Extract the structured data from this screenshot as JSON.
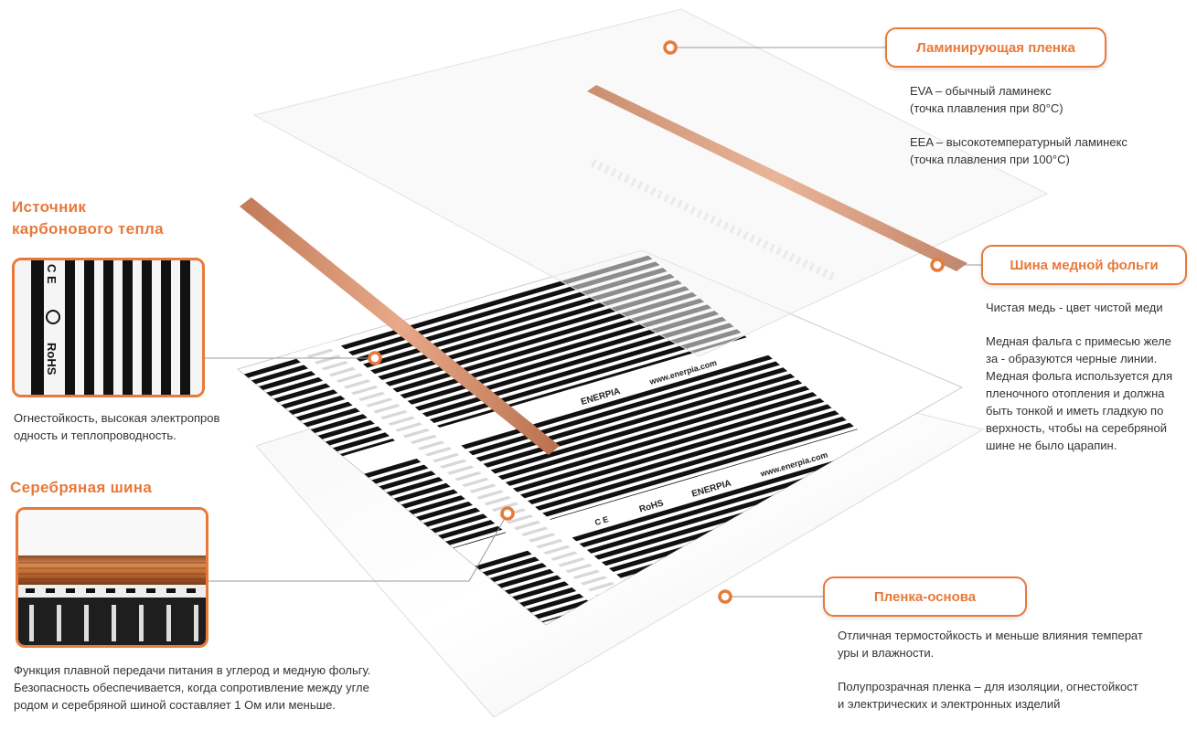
{
  "labels": {
    "lamination": {
      "title": "Ламинирующая пленка",
      "desc": [
        "EVA – обычный ламинекс",
        "(точка плавления при 80°C)",
        "EEA – высокотемпературный ламинекс",
        "(точка плавления при 100°C)"
      ]
    },
    "copper": {
      "title": "Шина медной фольги",
      "desc1": "Чистая медь - цвет чистой меди",
      "desc2": [
        "Медная фальга с примесью желе",
        "за - образуются черные линии.",
        "Медная фольга используется для",
        "пленочного отопления и должна",
        "быть тонкой и иметь гладкую по",
        "верхность, чтобы на серебряной",
        "шине не было царапин."
      ]
    },
    "carbon": {
      "title": [
        "Источник",
        "карбонового тепла"
      ],
      "desc": [
        "Огнестойкость, высокая электропров",
        "одность и теплопроводность."
      ]
    },
    "silver": {
      "title": "Серебряная шина",
      "desc": [
        "Функция плавной передачи питания в углерод и медную фольгу.",
        "Безопасность обеспечивается, когда сопротивление между угле",
        "родом и серебряной шиной составляет 1 Ом или меньше."
      ]
    },
    "base": {
      "title": "Пленка-основа",
      "desc1": [
        "Отличная термостойкость и меньше влияния температ",
        "уры и влажности."
      ],
      "desc2": [
        "Полупрозрачная пленка – для изоляции, огнестойкост",
        "и электрических и электронных изделий"
      ]
    }
  },
  "film_print": {
    "brand": "ENERPIA",
    "website": "www.enerpia.com",
    "rohs": "RoHS",
    "ce": "C E"
  },
  "colors": {
    "accent": "#e8793a",
    "copper": "#d08d6b",
    "carbon": "#111111"
  }
}
